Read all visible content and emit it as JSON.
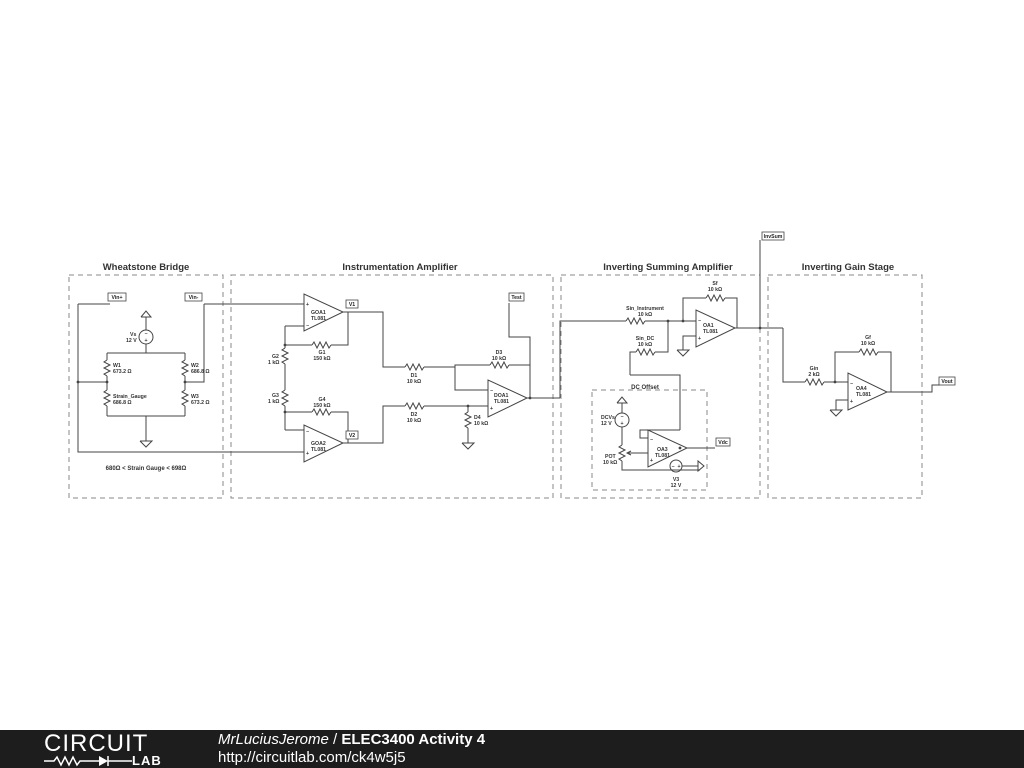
{
  "sections": {
    "wheatstone": "Wheatstone Bridge",
    "instrumentation": "Instrumentation Amplifier",
    "summing": "Inverting Summing Amplifier",
    "gain": "Inverting Gain Stage",
    "dc_offset": "DC Offset"
  },
  "note": "680Ω < Strain Gauge < 698Ω",
  "tags": {
    "vin_plus": "Vin+",
    "vin_minus": "Vin-",
    "v1": "V1",
    "v2": "V2",
    "test": "Test",
    "invsum": "InvSum",
    "vdc": "Vdc",
    "vout": "Vout"
  },
  "components": {
    "vs_name": "Vs",
    "vs_val": "12 V",
    "w1_name": "W1",
    "w1_val": "673.2 Ω",
    "w2_name": "W2",
    "w2_val": "686.8 Ω",
    "w3_name": "W3",
    "w3_val": "673.2 Ω",
    "sg_name": "Strain_Gauge",
    "sg_val": "686.8 Ω",
    "goa1_name": "GOA1",
    "goa1_val": "TL081",
    "goa2_name": "GOA2",
    "goa2_val": "TL081",
    "g1_name": "G1",
    "g1_val": "150 kΩ",
    "g2_name": "G2",
    "g2_val": "1 kΩ",
    "g3_name": "G3",
    "g3_val": "1 kΩ",
    "g4_name": "G4",
    "g4_val": "150 kΩ",
    "d1_name": "D1",
    "d1_val": "10 kΩ",
    "d2_name": "D2",
    "d2_val": "10 kΩ",
    "d3_name": "D3",
    "d3_val": "10 kΩ",
    "d4_name": "D4",
    "d4_val": "10 kΩ",
    "doa1_name": "DOA1",
    "doa1_val": "TL081",
    "sinst_name": "Sin_Instrument",
    "sinst_val": "10 kΩ",
    "sdc_name": "Sin_DC",
    "sdc_val": "10 kΩ",
    "sf_name": "Sf",
    "sf_val": "10 kΩ",
    "oa1_name": "OA1",
    "oa1_val": "TL081",
    "dcvs_name": "DCVs",
    "dcvs_val": "12 V",
    "pot_name": "POT",
    "pot_val": "10 kΩ",
    "oa3_name": "OA3",
    "oa3_val": "TL081",
    "v3_name": "V3",
    "v3_val": "12 V",
    "gin_name": "Gin",
    "gin_val": "2 kΩ",
    "gf_name": "Gf",
    "gf_val": "10 kΩ",
    "oa4_name": "OA4",
    "oa4_val": "TL081"
  },
  "footer": {
    "logo_top": "CIRCUIT",
    "logo_bottom": "LAB",
    "author": "MrLuciusJerome",
    "separator": " / ",
    "title": "ELEC3400 Activity 4",
    "url": "http://circuitlab.com/ck4w5j5"
  }
}
